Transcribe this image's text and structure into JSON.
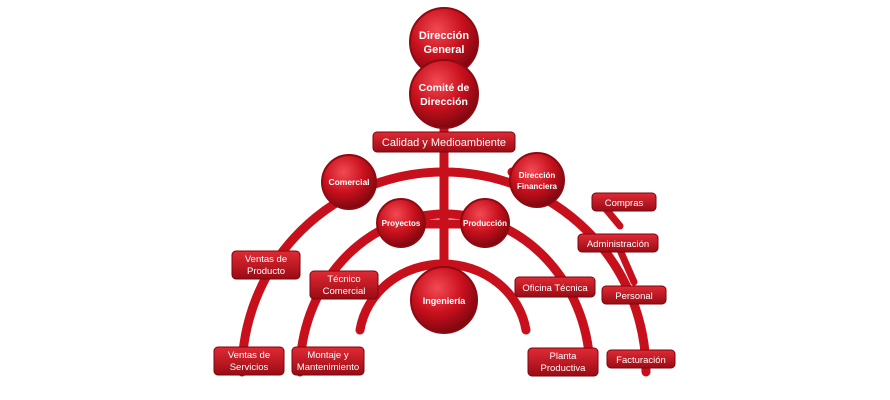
{
  "nodes": {
    "direccion_general": {
      "line1": "Dirección",
      "line2": "General"
    },
    "comite": {
      "line1": "Comité de",
      "line2": "Dirección"
    },
    "calidad": "Calidad y Medioambiente",
    "comercial": "Comercial",
    "financiera": {
      "line1": "Dirección",
      "line2": "Financiera"
    },
    "proyectos": "Proyectos",
    "produccion": "Producción",
    "ingenieria": "Ingeniería",
    "ventas_producto": {
      "line1": "Ventas de",
      "line2": "Producto"
    },
    "tecnico_comercial": {
      "line1": "Técnico",
      "line2": "Comercial"
    },
    "oficina_tecnica": "Oficina Técnica",
    "ventas_servicios": {
      "line1": "Ventas de",
      "line2": "Servicios"
    },
    "montaje": {
      "line1": "Montaje y",
      "line2": "Mantenimiento"
    },
    "planta": {
      "line1": "Planta",
      "line2": "Productiva"
    },
    "compras": "Compras",
    "administracion": "Administración",
    "personal": "Personal",
    "facturacion": "Facturación"
  },
  "colors": {
    "primary": "#c8101d",
    "dark": "#8e0a12",
    "light": "#e8343f"
  }
}
